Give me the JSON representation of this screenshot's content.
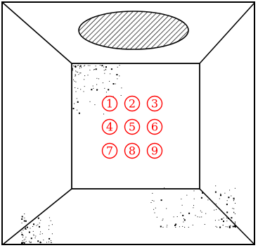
{
  "diagram": {
    "colors": {
      "line": "#000000",
      "marker": "#ff0000",
      "speckle": "#000000",
      "background": "#ffffff"
    },
    "ceiling_shape": "hatched-ellipse",
    "markers": [
      {
        "label": "1",
        "row": 1,
        "col": 1
      },
      {
        "label": "2",
        "row": 1,
        "col": 2
      },
      {
        "label": "3",
        "row": 1,
        "col": 3
      },
      {
        "label": "4",
        "row": 2,
        "col": 1
      },
      {
        "label": "5",
        "row": 2,
        "col": 2
      },
      {
        "label": "6",
        "row": 2,
        "col": 3
      },
      {
        "label": "7",
        "row": 3,
        "col": 1
      },
      {
        "label": "8",
        "row": 3,
        "col": 2
      },
      {
        "label": "9",
        "row": 3,
        "col": 3
      }
    ]
  }
}
